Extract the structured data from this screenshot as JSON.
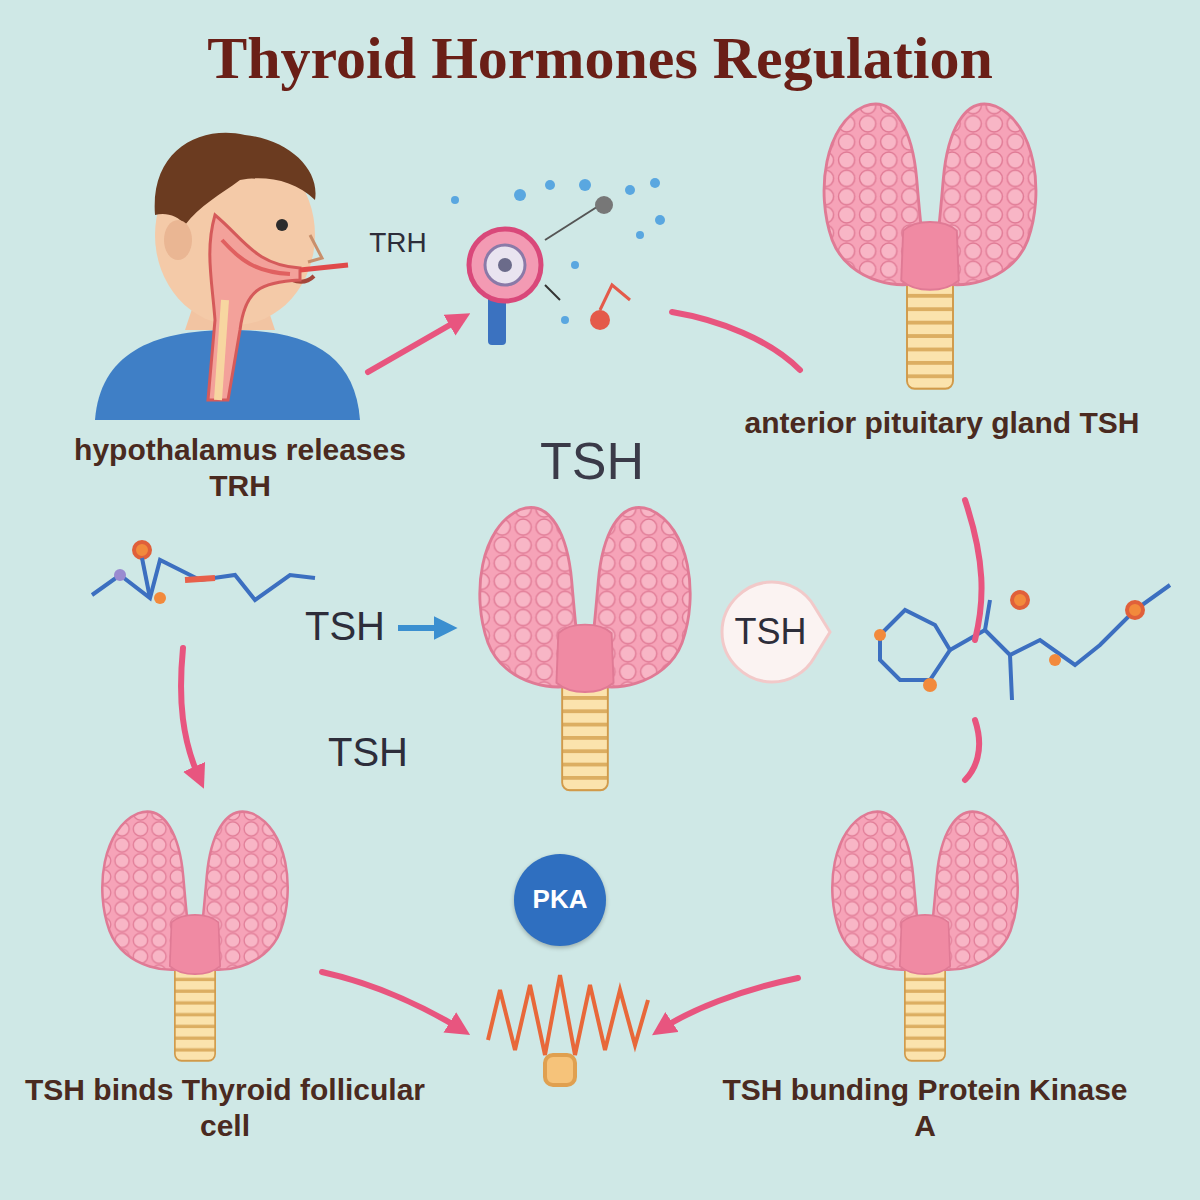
{
  "diagram": {
    "title": "Thyroid Hormones Regulation",
    "nodes": [
      {
        "text": [
          "TSH"
        ]
      },
      {
        "text": [
          "PKA"
        ]
      }
    ],
    "labels": [
      "TRH",
      "hypothalamus releases TRH",
      "TSH",
      "anterior pituitary gland TSH",
      "TSH",
      "TSH",
      "TSH binds Thyroid follicular cell",
      "TSH bunding Protein Kinase A"
    ]
  }
}
